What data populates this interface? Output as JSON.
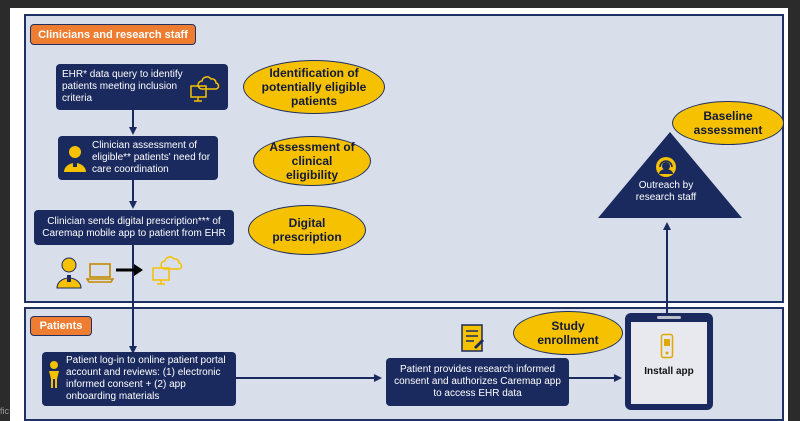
{
  "clinicians": {
    "tag": "Clinicians and research staff",
    "step1": "EHR* data query to identify patients meeting inclusion criteria",
    "step2": "Clinician assessment of eligible** patients' need for care coordination",
    "step3": "Clinician sends digital prescription*** of Caremap mobile app to patient from EHR",
    "oval1": "Identification of potentially eligible patients",
    "oval2": "Assessment of clinical eligibility",
    "oval3": "Digital prescription",
    "baseline_oval": "Baseline assessment",
    "triangle_text": "Outreach by research staff"
  },
  "patients": {
    "tag": "Patients",
    "step1": "Patient log-in to online patient portal account and reviews: (1) electronic informed consent + (2) app onboarding materials",
    "step2": "Patient provides research informed consent and authorizes Caremap app to access EHR data",
    "enroll_oval": "Study enrollment",
    "install": "Install app"
  },
  "edge_fragment": "fic",
  "colors": {
    "navy": "#1a2a5e",
    "orange": "#ee7d31",
    "gold": "#f6c100",
    "panel": "#d9dfea"
  }
}
